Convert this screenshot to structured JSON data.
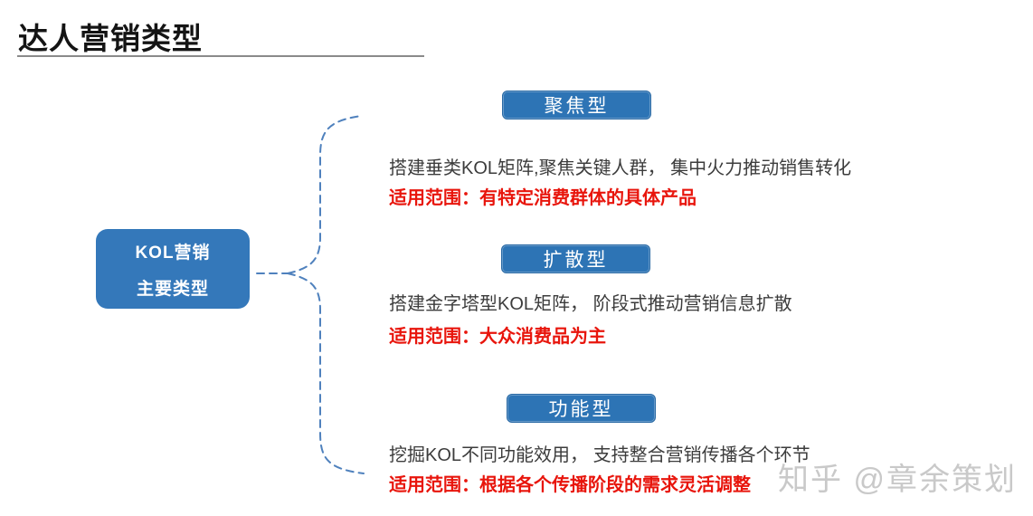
{
  "title": "达人营销类型",
  "watermark": "知乎 @章余策划",
  "root": {
    "line1": "KOL营销",
    "line2": "主要类型"
  },
  "branches": [
    {
      "label": "聚焦型",
      "description": "搭建垂类KOL矩阵,聚焦关键人群， 集中火力推动销售转化",
      "scope": "适用范围：有特定消费群体的具体产品"
    },
    {
      "label": "扩散型",
      "description": "搭建金字塔型KOL矩阵， 阶段式推动营销信息扩散",
      "scope": "适用范围：大众消费品为主"
    },
    {
      "label": "功能型",
      "description": "挖掘KOL不同功能效用， 支持整合营销传播各个环节",
      "scope": "适用范围：根据各个传播阶段的需求灵活调整"
    }
  ],
  "colors": {
    "node_blue": "#3478ba",
    "label_blue": "#2d74b5",
    "connector_blue": "#4f81bd",
    "scope_red": "#e8150c",
    "body_text": "#3c3c3c",
    "watermark_gray": "#c9c9c9"
  }
}
